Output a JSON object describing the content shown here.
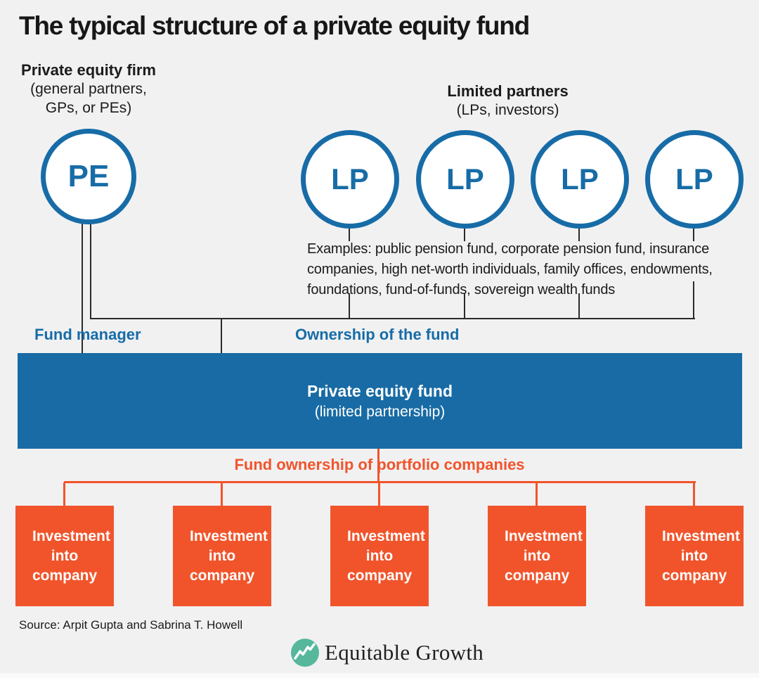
{
  "title": "The typical structure of a private equity fund",
  "pe_group": {
    "heading": "Private equity firm",
    "subheading_line1": "(general partners,",
    "subheading_line2": "GPs, or PEs)",
    "circle_label": "PE"
  },
  "lp_group": {
    "heading": "Limited partners",
    "subheading": "(LPs, investors)",
    "circle_labels": [
      "LP",
      "LP",
      "LP",
      "LP"
    ],
    "examples": "Examples: public pension fund, corporate pension fund, insurance companies, high net-worth individuals, family offices, endowments, foundations, fund-of-funds, sovereign wealth funds"
  },
  "connector_labels": {
    "fund_manager": "Fund manager",
    "ownership_of_fund": "Ownership of the fund",
    "fund_ownership_portfolio": "Fund ownership of portfolio companies"
  },
  "fund_box": {
    "title": "Private equity fund",
    "subtitle": "(limited partnership)"
  },
  "investment_boxes": [
    "Investment into company",
    "Investment into company",
    "Investment into company",
    "Investment into company",
    "Investment into company"
  ],
  "source": "Source: Arpit Gupta and Sabrina T. Howell",
  "logo_text": "Equitable Growth",
  "colors": {
    "background": "#F1F1F2",
    "blue": "#176CA7",
    "fund_box_blue": "#186BA4",
    "orange": "#F1542B",
    "connector_line": "#2B2B2B",
    "logo_teal": "#56B79D",
    "text_dark": "#1B1B1B"
  }
}
